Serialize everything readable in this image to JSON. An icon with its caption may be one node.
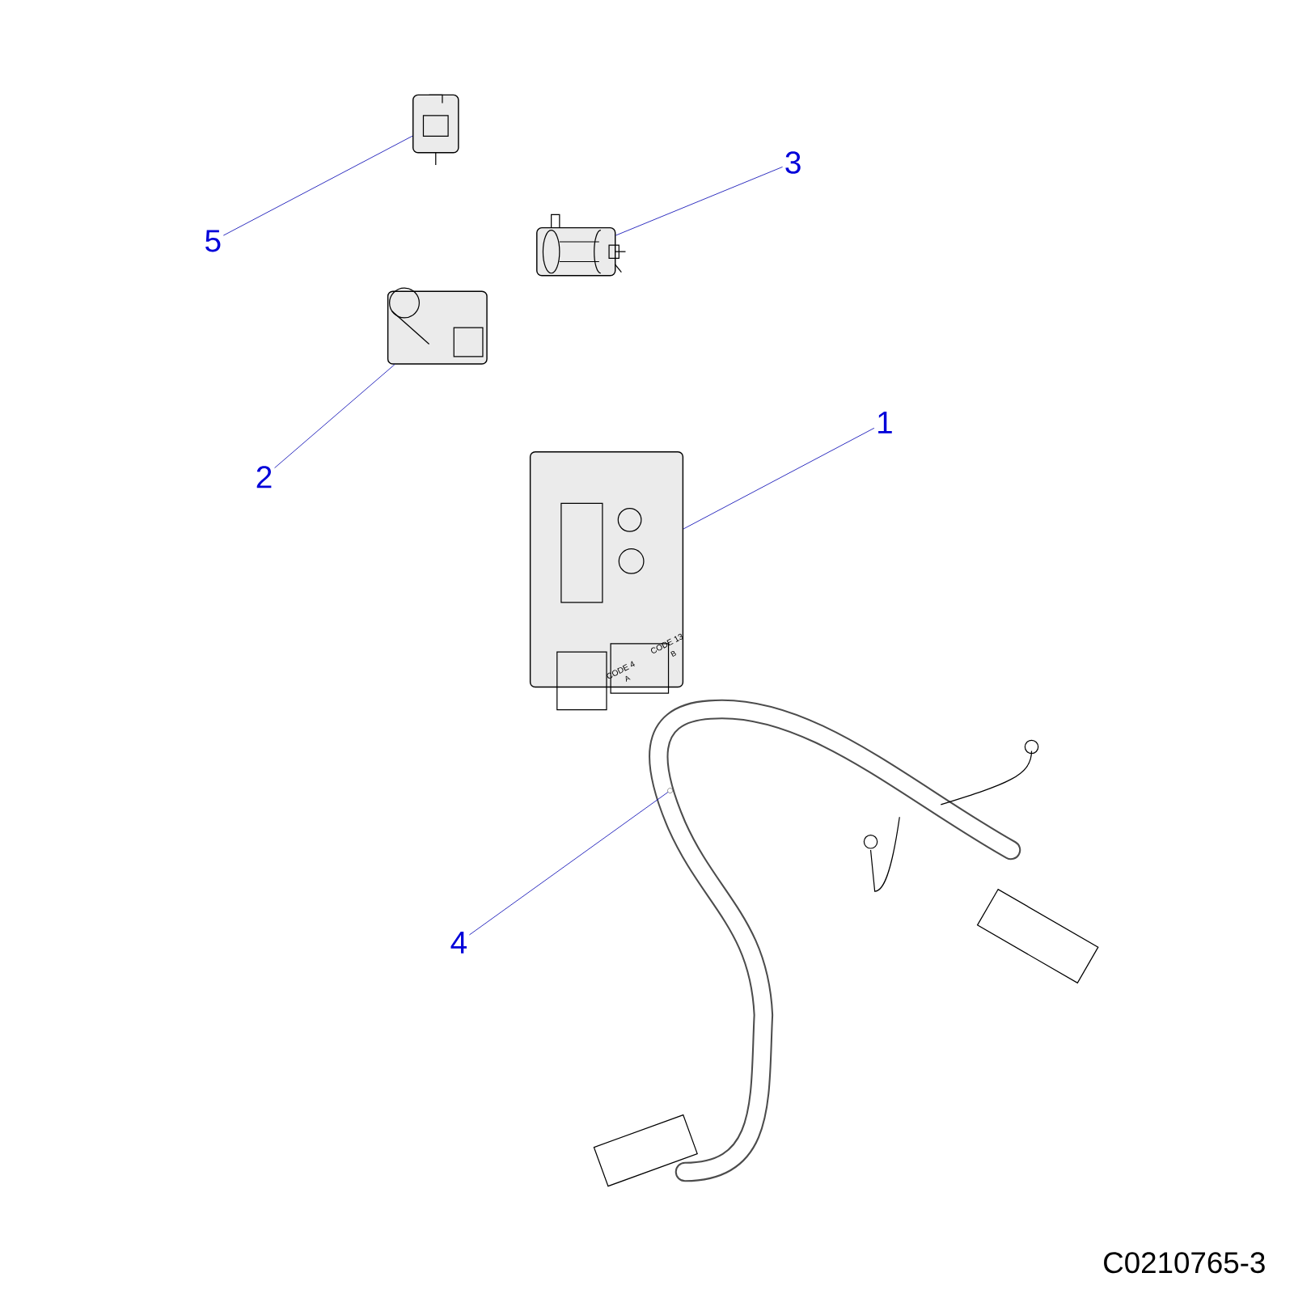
{
  "diagram": {
    "nodes": [
      {
        "text": [
          "5"
        ]
      },
      {
        "text": [],
        "shape": "picture"
      },
      {
        "text": [
          "3"
        ]
      },
      {
        "text": [],
        "shape": "picture"
      },
      {
        "text": [
          "2"
        ]
      },
      {
        "text": [],
        "shape": "picture"
      },
      {
        "text": [
          "1"
        ]
      },
      {
        "text": [],
        "shape": "picture"
      },
      {
        "text": [
          "4"
        ]
      },
      {
        "text": [],
        "shape": "picture"
      }
    ],
    "edges": [
      {
        "from": 0,
        "to": 1,
        "arrow": "none"
      },
      {
        "from": 2,
        "to": 3,
        "arrow": "none"
      },
      {
        "from": 4,
        "to": 5,
        "arrow": "none"
      },
      {
        "from": 6,
        "to": 7,
        "arrow": "none"
      },
      {
        "from": 8,
        "to": 9,
        "arrow": "none"
      }
    ],
    "labels": [
      "CODE 4",
      "A",
      "CODE 13",
      "B",
      "C0210765-3"
    ]
  }
}
